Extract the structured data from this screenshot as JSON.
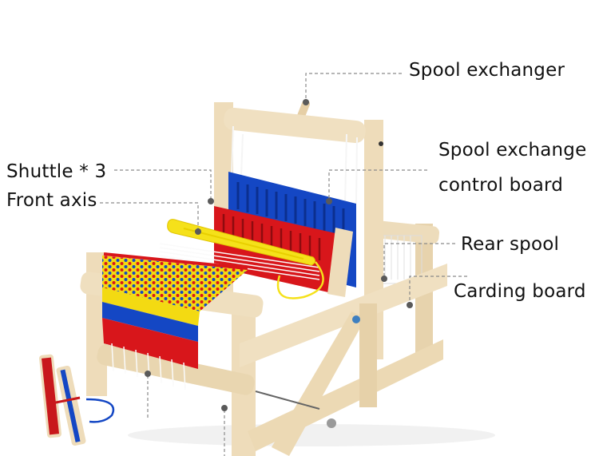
{
  "diagram": {
    "subject": "Wooden weaving loom with woven sample",
    "colors": {
      "wood": "#ecd9b4",
      "wood_shade": "#d9c29a",
      "blue_heddle": "#1447c4",
      "red_heddle": "#d8161b",
      "yellow_shuttle": "#f5e11a",
      "callout_line": "#8a8a8a",
      "callout_dot": "#5a5a5a",
      "text": "#111111"
    },
    "callouts": [
      {
        "id": "spool-exchanger",
        "text": "Spool exchanger"
      },
      {
        "id": "spool-exchange-control-board",
        "text_line1": "Spool exchange",
        "text_line2": "control board"
      },
      {
        "id": "shuttle",
        "text": "Shuttle * 3"
      },
      {
        "id": "front-axis",
        "text": "Front axis"
      },
      {
        "id": "rear-spool",
        "text": "Rear spool"
      },
      {
        "id": "carding-board",
        "text": "Carding board"
      }
    ]
  }
}
